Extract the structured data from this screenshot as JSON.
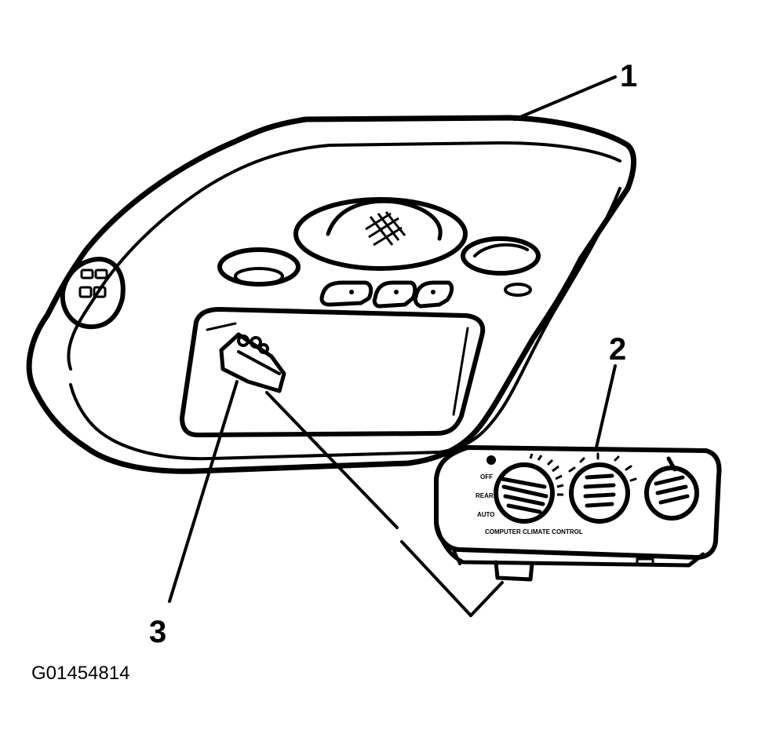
{
  "callouts": {
    "one": "1",
    "two": "2",
    "three": "3"
  },
  "figure_id": "G01454814",
  "control_panel": {
    "label_off": "OFF",
    "label_rear": "REAR",
    "label_auto": "AUTO",
    "caption": "COMPUTER CLIMATE CONTROL"
  },
  "colors": {
    "ink": "#000000",
    "paper": "#ffffff"
  }
}
